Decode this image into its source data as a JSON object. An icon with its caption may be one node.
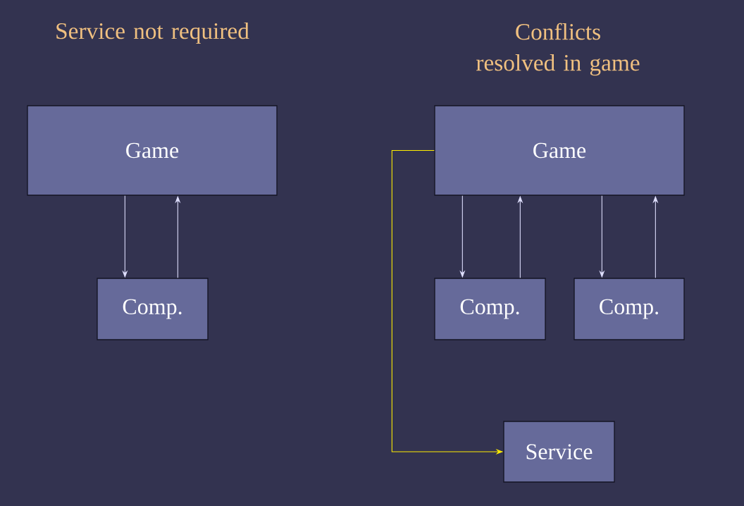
{
  "diagram": {
    "nodes": [
      {
        "text": [
          "Game"
        ]
      },
      {
        "text": [
          "Comp."
        ]
      },
      {
        "text": [
          "Game"
        ]
      },
      {
        "text": [
          "Comp."
        ]
      },
      {
        "text": [
          "Comp."
        ]
      },
      {
        "text": [
          "Service"
        ]
      }
    ],
    "edges": [
      {
        "from": 0,
        "to": 1,
        "arrow": "to"
      },
      {
        "from": 1,
        "to": 0,
        "arrow": "to"
      },
      {
        "from": 2,
        "to": 3,
        "arrow": "to"
      },
      {
        "from": 3,
        "to": 2,
        "arrow": "to"
      },
      {
        "from": 2,
        "to": 4,
        "arrow": "to"
      },
      {
        "from": 4,
        "to": 2,
        "arrow": "to"
      },
      {
        "from": 2,
        "to": 5,
        "arrow": "to",
        "color": "#ffee00"
      }
    ],
    "labels": [
      "Service not required",
      "Conflicts resolved in game"
    ]
  }
}
